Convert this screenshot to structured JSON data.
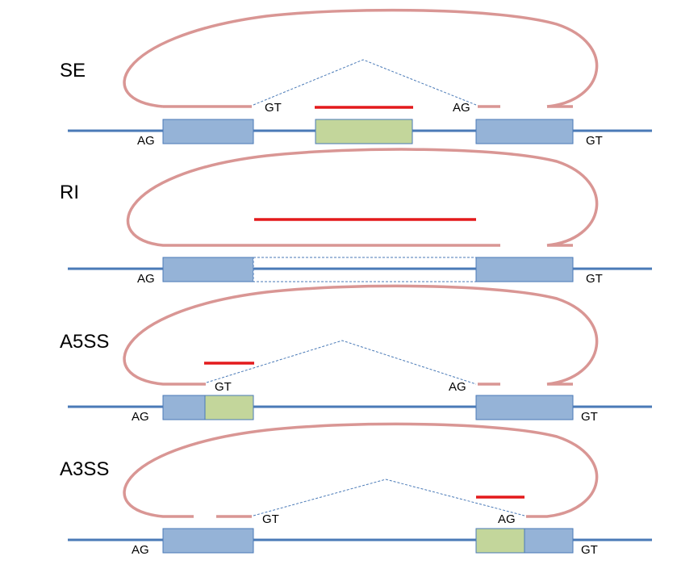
{
  "colors": {
    "backbone": "#4a7ab7",
    "exon": "#95b3d7",
    "exon_border": "#4a7ab7",
    "alt_exon": "#c3d69b",
    "loop": "#d99694",
    "read": "#e31a1c",
    "junction": "#4a7ab7"
  },
  "panels": [
    {
      "id": "se",
      "title": "SE",
      "left_site": "AG",
      "right_site": "GT",
      "donor": "GT",
      "acceptor": "AG"
    },
    {
      "id": "ri",
      "title": "RI",
      "left_site": "AG",
      "right_site": "GT"
    },
    {
      "id": "a5ss",
      "title": "A5SS",
      "left_site": "AG",
      "right_site": "GT",
      "donor": "GT",
      "acceptor": "AG"
    },
    {
      "id": "a3ss",
      "title": "A3SS",
      "left_site": "AG",
      "right_site": "GT",
      "donor": "GT",
      "acceptor": "AG"
    }
  ]
}
